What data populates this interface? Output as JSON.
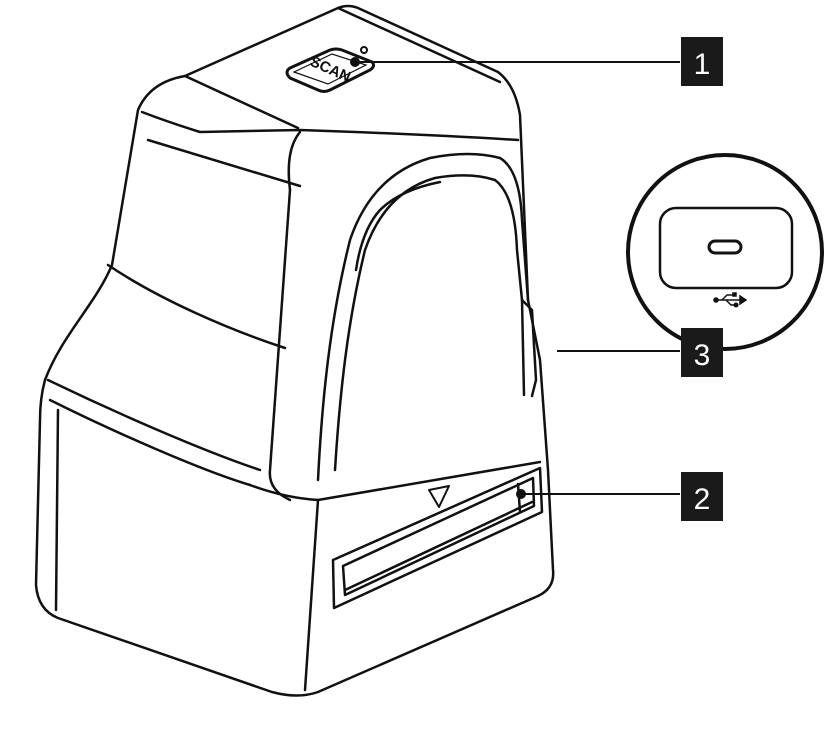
{
  "device": {
    "scan_button_label": "SCAN",
    "usb_icon": "usb-icon",
    "insert_arrow_icon": "triangle-down-icon"
  },
  "callouts": [
    {
      "label": "1",
      "target": "scan-button"
    },
    {
      "label": "2",
      "target": "film-slot"
    },
    {
      "label": "3",
      "target": "usb-c-port"
    }
  ],
  "colors": {
    "line": "#111111",
    "badge": "#1a1a1a",
    "background": "#ffffff"
  }
}
